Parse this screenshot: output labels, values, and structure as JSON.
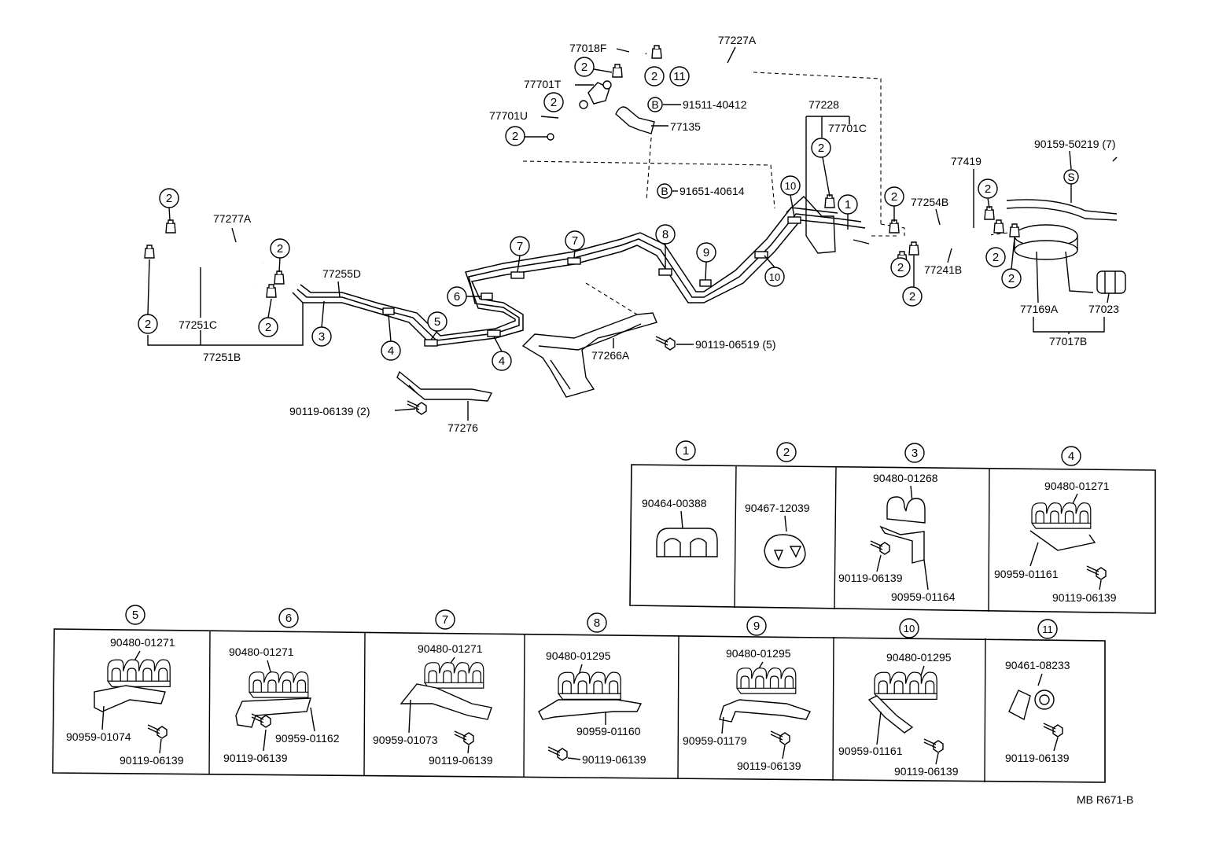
{
  "main_labels": {
    "p77018F": "77018F",
    "p77227A": "77227A",
    "p77701T": "77701T",
    "p77701U": "77701U",
    "p91511": "91511-40412",
    "p77135": "77135",
    "p91651": "91651-40614",
    "p77228": "77228",
    "p77701C": "77701C",
    "p90159": "90159-50219 (7)",
    "p77419": "77419",
    "p77254B": "77254B",
    "p77241B": "77241B",
    "p77169A": "77169A",
    "p77023": "77023",
    "p77017B": "77017B",
    "p77277A": "77277A",
    "p77251C": "77251C",
    "p77251B": "77251B",
    "p77255D": "77255D",
    "p77266A": "77266A",
    "p90119_5": "90119-06519 (5)",
    "p90119_2": "90119-06139 (2)",
    "p77276": "77276",
    "drawing_code": "MB R671-B"
  },
  "markers": {
    "b": "B",
    "s": "S",
    "n1": "1",
    "n2": "2",
    "n3": "3",
    "n4": "4",
    "n5": "5",
    "n6": "6",
    "n7": "7",
    "n8": "8",
    "n9": "9",
    "n10": "10",
    "n11": "11"
  },
  "detail_boxes": [
    {
      "num": "1",
      "parts": [
        "90464-00388"
      ]
    },
    {
      "num": "2",
      "parts": [
        "90467-12039"
      ]
    },
    {
      "num": "3",
      "parts": [
        "90480-01268",
        "90119-06139",
        "90959-01164"
      ]
    },
    {
      "num": "4",
      "parts": [
        "90480-01271",
        "90959-01161",
        "90119-06139"
      ]
    },
    {
      "num": "5",
      "parts": [
        "90480-01271",
        "90959-01074",
        "90119-06139"
      ]
    },
    {
      "num": "6",
      "parts": [
        "90480-01271",
        "90959-01162",
        "90119-06139"
      ]
    },
    {
      "num": "7",
      "parts": [
        "90480-01271",
        "90959-01073",
        "90119-06139"
      ]
    },
    {
      "num": "8",
      "parts": [
        "90480-01295",
        "90959-01160",
        "90119-06139"
      ]
    },
    {
      "num": "9",
      "parts": [
        "90480-01295",
        "90959-01179",
        "90119-06139"
      ]
    },
    {
      "num": "10",
      "parts": [
        "90480-01295",
        "90959-01161",
        "90119-06139"
      ]
    },
    {
      "num": "11",
      "parts": [
        "90461-08233",
        "90119-06139"
      ]
    }
  ]
}
